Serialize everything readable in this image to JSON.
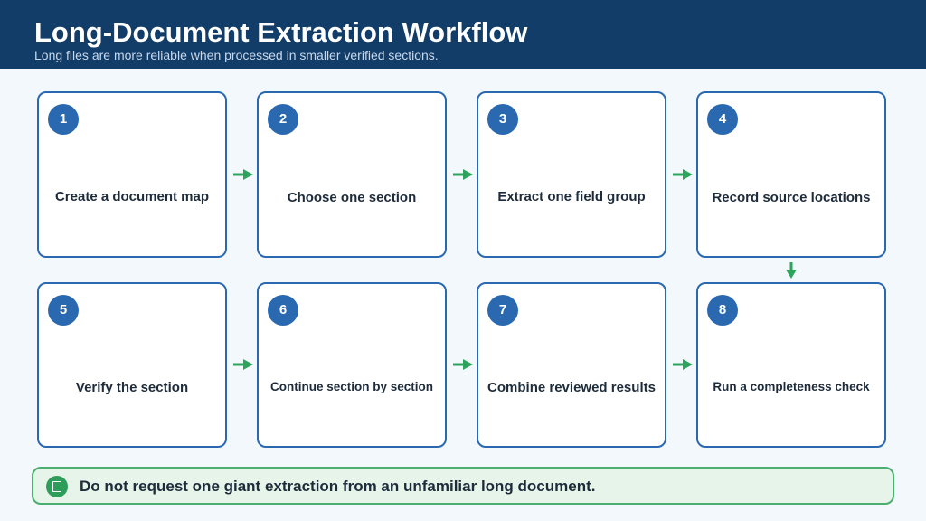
{
  "header": {
    "title": "Long-Document Extraction Workflow",
    "subtitle": "Long files are more reliable when processed in smaller verified sections."
  },
  "steps": [
    {
      "number": "1",
      "label": "Create a document map"
    },
    {
      "number": "2",
      "label": "Choose one section"
    },
    {
      "number": "3",
      "label": "Extract one field group"
    },
    {
      "number": "4",
      "label": "Record source locations"
    },
    {
      "number": "5",
      "label": "Verify the section"
    },
    {
      "number": "6",
      "label": "Continue section by section"
    },
    {
      "number": "7",
      "label": "Combine reviewed results"
    },
    {
      "number": "8",
      "label": "Run a completeness check"
    }
  ],
  "note": {
    "text": "Do not request one giant extraction from an unfamiliar long document.",
    "icon": "note-icon"
  },
  "colors": {
    "header_bg": "#123d69",
    "accent_blue": "#2a69b0",
    "arrow_green": "#2ea35e",
    "note_bg": "#e6f4ea",
    "note_border": "#4cae6f"
  }
}
